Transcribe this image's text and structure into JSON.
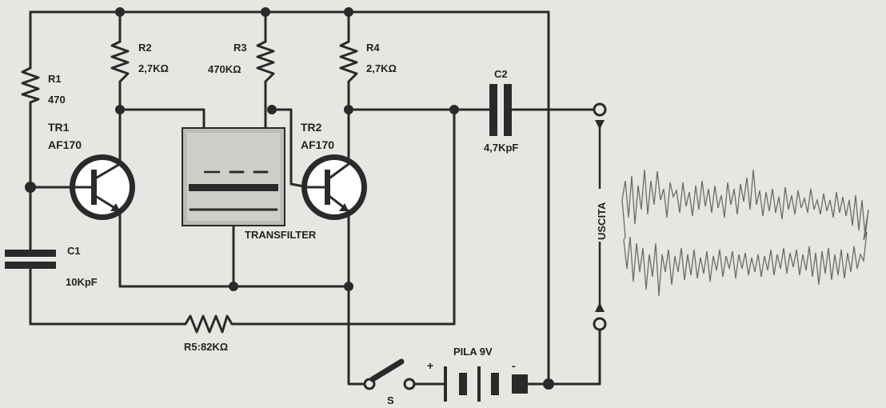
{
  "components": {
    "r1": {
      "name": "R1",
      "value": "470"
    },
    "r2": {
      "name": "R2",
      "value": "2,7KΩ"
    },
    "r3": {
      "name": "R3",
      "value": "470KΩ"
    },
    "r4": {
      "name": "R4",
      "value": "2,7KΩ"
    },
    "r5": {
      "label": "R5:82KΩ"
    },
    "c1": {
      "name": "C1",
      "value": "10KpF"
    },
    "c2": {
      "name": "C2",
      "value": "4,7KpF"
    },
    "tr1": {
      "name": "TR1",
      "type": "AF170"
    },
    "tr2": {
      "name": "TR2",
      "type": "AF170"
    },
    "filter": {
      "label": "TRANSFILTER"
    },
    "battery": {
      "label": "PILA 9V",
      "plus": "+",
      "minus": "-"
    },
    "switch": {
      "label": "S"
    }
  },
  "output": {
    "label": "USCITA"
  },
  "colors": {
    "ink": "#2a2a2a",
    "paper": "#e7e6e2",
    "filter_fill": "#bdbcb8",
    "waveform": "#6b6b6b"
  }
}
